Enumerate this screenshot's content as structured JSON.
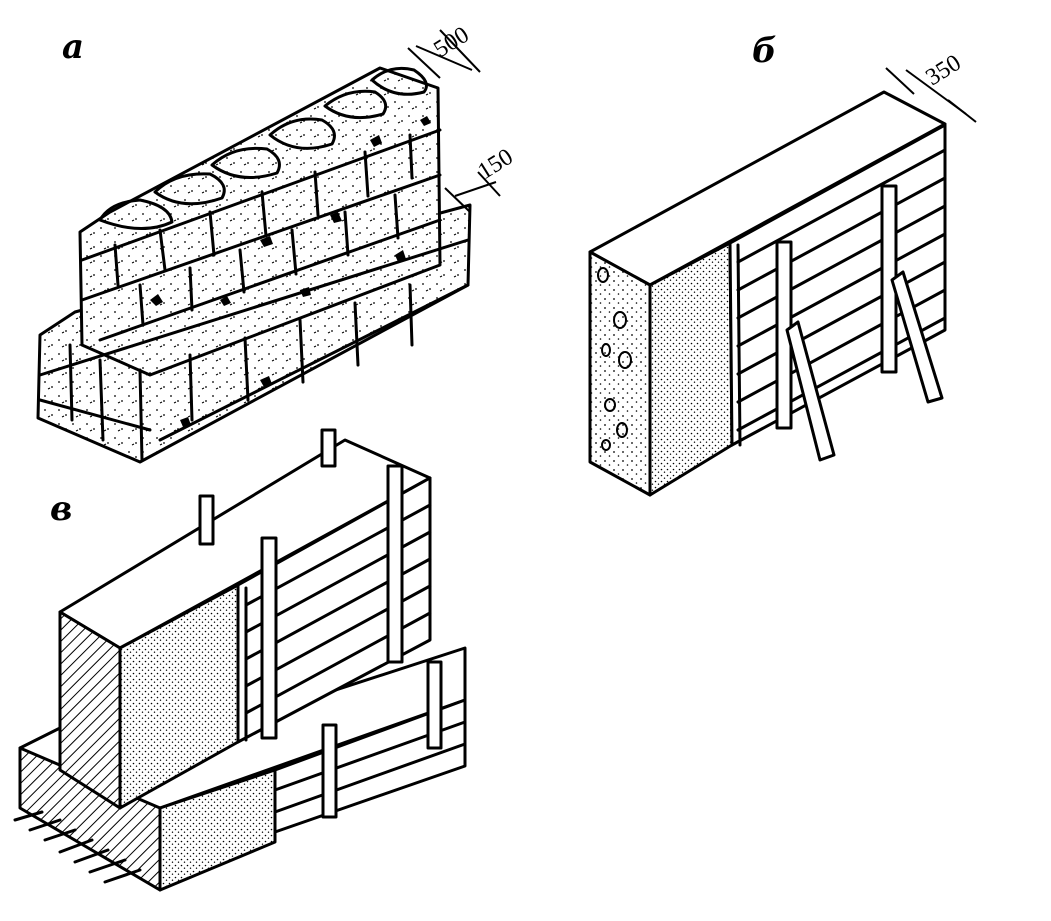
{
  "figure": {
    "panel_a": {
      "label": "а",
      "dimension_top": "500",
      "dimension_step": "150"
    },
    "panel_b": {
      "label": "б",
      "dimension_thickness": "350"
    },
    "panel_v": {
      "label": "в"
    }
  }
}
